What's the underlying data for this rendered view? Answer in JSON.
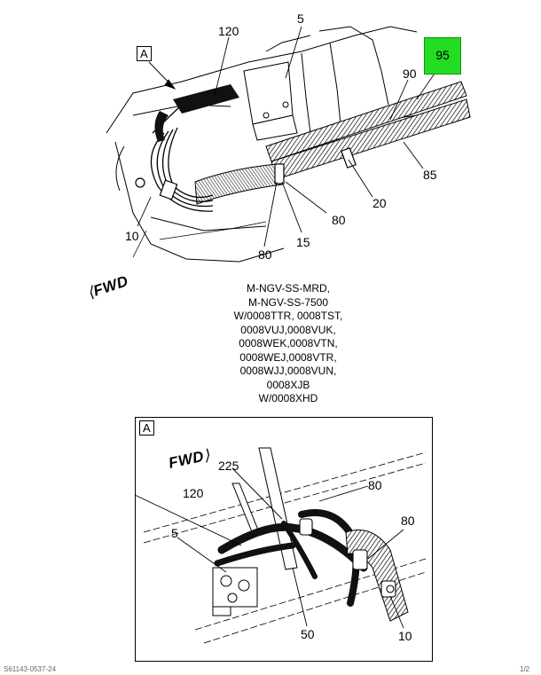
{
  "main_view": {
    "view_label": "A",
    "callouts": {
      "c120": "120",
      "c5": "5",
      "c95": "95",
      "c90": "90",
      "c85": "85",
      "c20": "20",
      "c80a": "80",
      "c15": "15",
      "c80b": "80",
      "c10": "10"
    },
    "highlight_color": "#22dd22",
    "fwd_label": "FWD"
  },
  "applicability": {
    "lines": [
      "M-NGV-SS-MRD,",
      "M-NGV-SS-7500",
      "W/0008TTR, 0008TST,",
      "0008VUJ,0008VUK,",
      "0008WEK,0008VTN,",
      "0008WEJ,0008VTR,",
      "0008WJJ,0008VUN,",
      "0008XJB",
      "W/0008XHD"
    ]
  },
  "detail_view": {
    "label": "A",
    "fwd_label": "FWD",
    "callouts": {
      "c225": "225",
      "c80a": "80",
      "c120": "120",
      "c80b": "80",
      "c5": "5",
      "c50": "50",
      "c10": "10"
    }
  },
  "footer": {
    "left": "S61143-0537-24",
    "right": "1/2"
  }
}
